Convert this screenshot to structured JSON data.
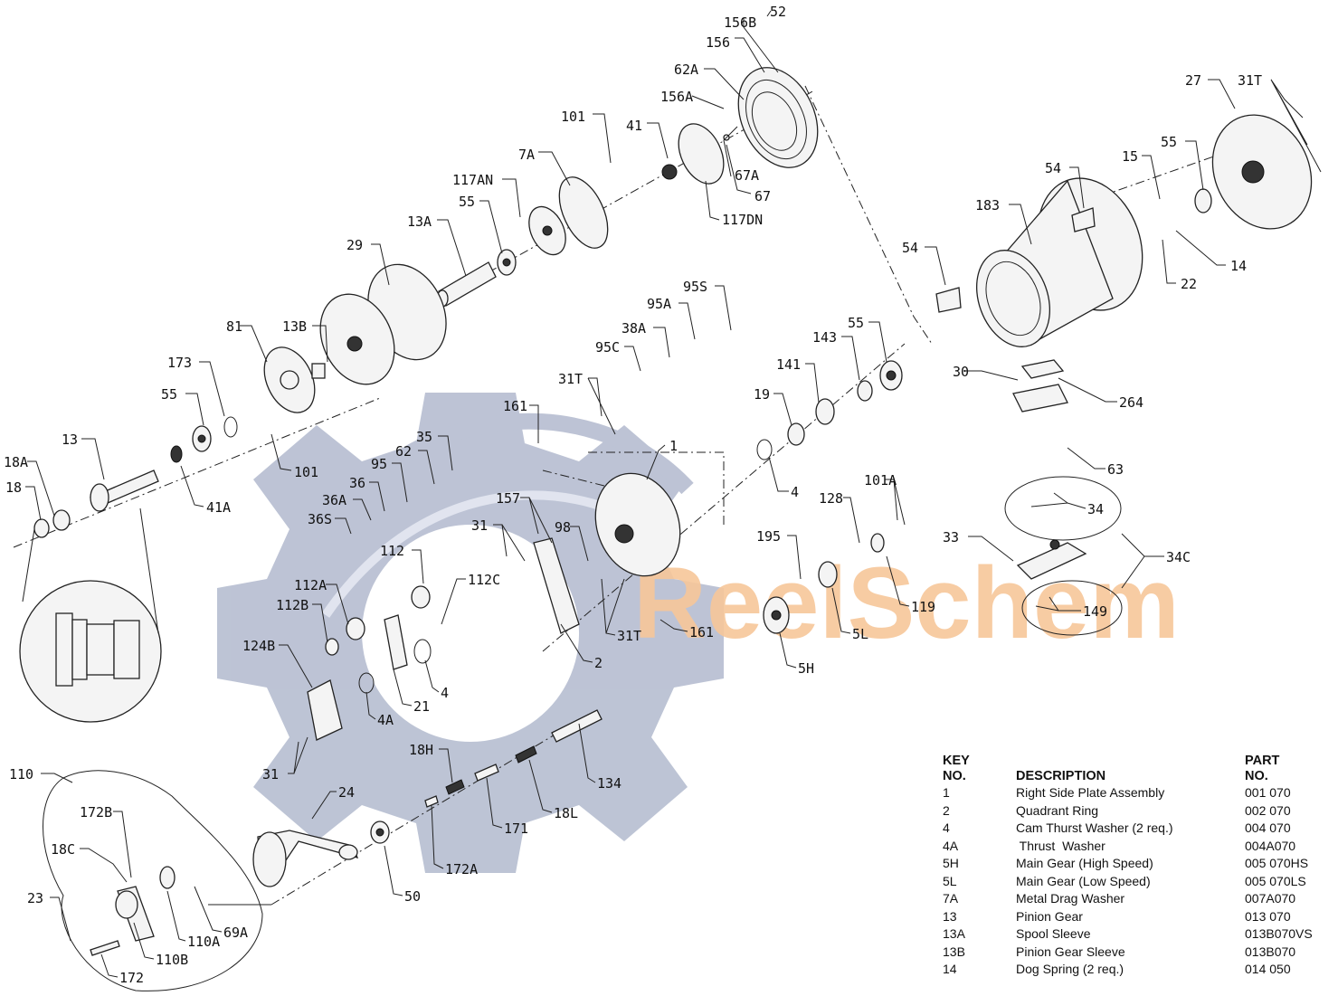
{
  "watermark": {
    "brand": "ReelSchem",
    "icon": "gear-reel-watermark-icon",
    "gear_color": "#a7b0c7",
    "text_color": "#f7c79a"
  },
  "callouts": [
    "156B",
    "52",
    "156",
    "62A",
    "156A",
    "101",
    "41",
    "7A",
    "117AN",
    "67A",
    "67",
    "117DN",
    "55",
    "13A",
    "29",
    "81",
    "13B",
    "173",
    "55",
    "101",
    "13",
    "41A",
    "18A",
    "18",
    "27",
    "31T",
    "55",
    "15",
    "54",
    "183",
    "14",
    "22",
    "54",
    "95S",
    "95A",
    "38A",
    "95C",
    "143",
    "55",
    "141",
    "19",
    "31T",
    "161",
    "35",
    "62",
    "95",
    "36",
    "36A",
    "36S",
    "1",
    "4",
    "30",
    "264",
    "63",
    "34",
    "33",
    "34C",
    "149",
    "101A",
    "128",
    "157",
    "31",
    "98",
    "195",
    "119",
    "5L",
    "5H",
    "112",
    "112C",
    "112A",
    "112B",
    "2",
    "31T",
    "161",
    "124B",
    "21",
    "4",
    "4A",
    "31",
    "18H",
    "134",
    "18L",
    "171",
    "172A",
    "110",
    "24",
    "172B",
    "18C",
    "50",
    "23",
    "69A",
    "110A",
    "110B",
    "172"
  ],
  "table": {
    "headers": {
      "key_line1": "KEY",
      "key_line2": "NO.",
      "description": "DESCRIPTION",
      "part_line1": "PART",
      "part_line2": "NO."
    },
    "rows": [
      {
        "key": "1",
        "description": "Right Side Plate Assembly",
        "part": "001 070"
      },
      {
        "key": "2",
        "description": "Quadrant Ring",
        "part": "002 070"
      },
      {
        "key": "4",
        "description": "Cam Thurst Washer (2 req.)",
        "part": "004 070"
      },
      {
        "key": "4A",
        "description": " Thrust  Washer",
        "part": "004A070"
      },
      {
        "key": "5H",
        "description": "Main Gear (High Speed)",
        "part": "005 070HS"
      },
      {
        "key": "5L",
        "description": "Main Gear (Low Speed)",
        "part": "005 070LS"
      },
      {
        "key": "7A",
        "description": "Metal Drag Washer",
        "part": "007A070"
      },
      {
        "key": "13",
        "description": "Pinion Gear",
        "part": "013 070"
      },
      {
        "key": "13A",
        "description": "Spool Sleeve",
        "part": "013B070VS"
      },
      {
        "key": "13B",
        "description": "Pinion Gear Sleeve",
        "part": "013B070"
      },
      {
        "key": "14",
        "description": "Dog Spring (2 req.)",
        "part": "014 050"
      }
    ]
  }
}
